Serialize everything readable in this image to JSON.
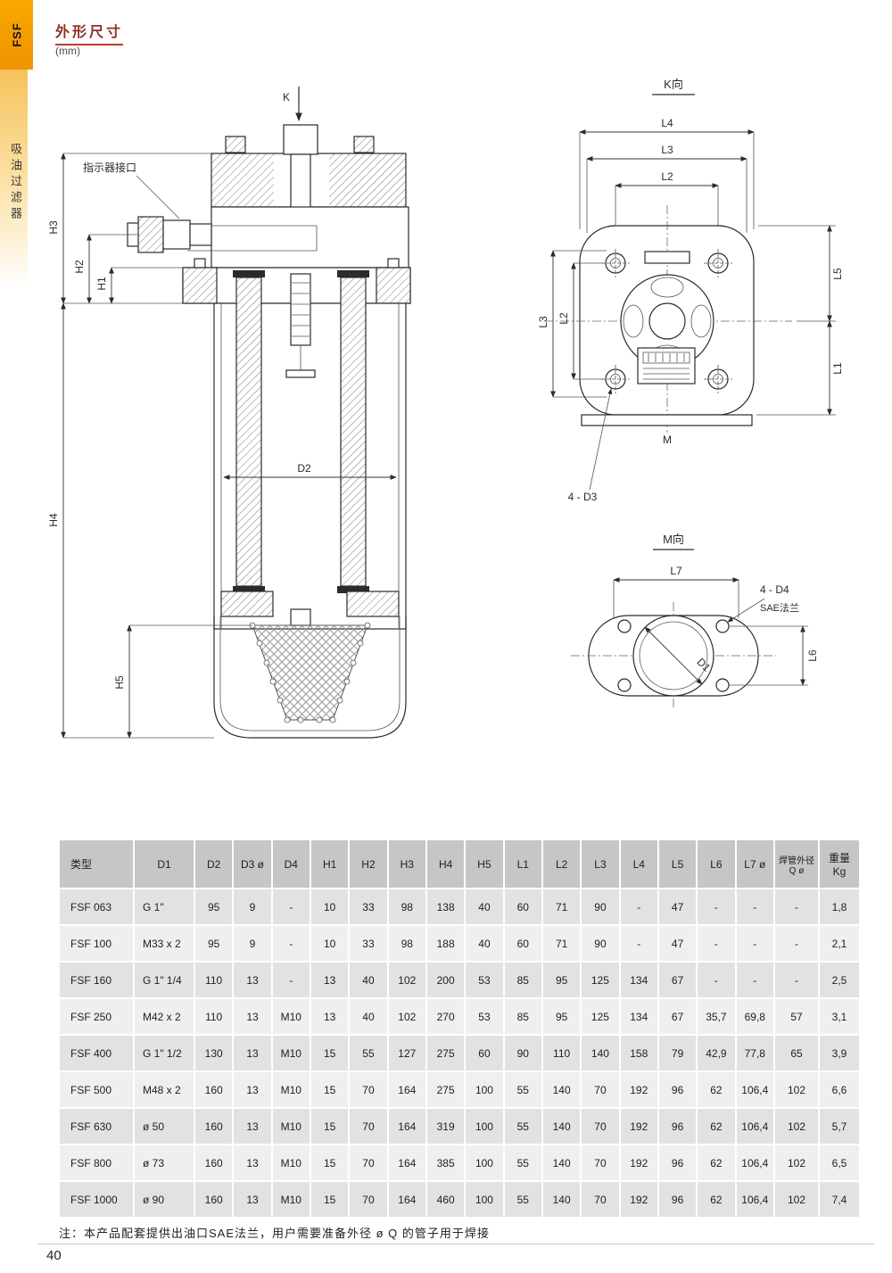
{
  "sidebar": {
    "tab_label": "FSF",
    "category_label": "吸油过滤器"
  },
  "header": {
    "title": "外形尺寸",
    "unit": "(mm)"
  },
  "drawings": {
    "main": {
      "k_label": "K",
      "indicator_label": "指示器接口",
      "d2_label": "D2",
      "h1": "H1",
      "h2": "H2",
      "h3": "H3",
      "h4": "H4",
      "h5": "H5"
    },
    "k_view": {
      "title": "K向",
      "l1": "L1",
      "l2": "L2",
      "l3": "L3",
      "l4": "L4",
      "l5": "L5",
      "l2_left": "L2",
      "l3_left": "L3",
      "m_label": "M",
      "hole_label": "4 - D3"
    },
    "m_view": {
      "title": "M向",
      "l6": "L6",
      "l7": "L7",
      "d1_label": "D1",
      "hole_label": "4 - D4",
      "flange_label": "SAE法兰"
    }
  },
  "table": {
    "headers": [
      "类型",
      "D1",
      "D2",
      "D3 ø",
      "D4",
      "H1",
      "H2",
      "H3",
      "H4",
      "H5",
      "L1",
      "L2",
      "L3",
      "L4",
      "L5",
      "L6",
      "L7 ø",
      "焊管外径\nQ ø",
      "重量\nKg"
    ],
    "rows": [
      [
        "FSF 063",
        "G 1\"",
        "95",
        "9",
        "-",
        "10",
        "33",
        "98",
        "138",
        "40",
        "60",
        "71",
        "90",
        "-",
        "47",
        "-",
        "-",
        "-",
        "1,8"
      ],
      [
        "FSF 100",
        "M33 x 2",
        "95",
        "9",
        "-",
        "10",
        "33",
        "98",
        "188",
        "40",
        "60",
        "71",
        "90",
        "-",
        "47",
        "-",
        "-",
        "-",
        "2,1"
      ],
      [
        "FSF 160",
        "G 1\" 1/4",
        "110",
        "13",
        "-",
        "13",
        "40",
        "102",
        "200",
        "53",
        "85",
        "95",
        "125",
        "134",
        "67",
        "-",
        "-",
        "-",
        "2,5"
      ],
      [
        "FSF 250",
        "M42 x 2",
        "110",
        "13",
        "M10",
        "13",
        "40",
        "102",
        "270",
        "53",
        "85",
        "95",
        "125",
        "134",
        "67",
        "35,7",
        "69,8",
        "57",
        "3,1"
      ],
      [
        "FSF 400",
        "G 1\" 1/2",
        "130",
        "13",
        "M10",
        "15",
        "55",
        "127",
        "275",
        "60",
        "90",
        "110",
        "140",
        "158",
        "79",
        "42,9",
        "77,8",
        "65",
        "3,9"
      ],
      [
        "FSF 500",
        "M48 x 2",
        "160",
        "13",
        "M10",
        "15",
        "70",
        "164",
        "275",
        "100",
        "55",
        "140",
        "70",
        "192",
        "96",
        "62",
        "106,4",
        "102",
        "6,6"
      ],
      [
        "FSF 630",
        "ø 50",
        "160",
        "13",
        "M10",
        "15",
        "70",
        "164",
        "319",
        "100",
        "55",
        "140",
        "70",
        "192",
        "96",
        "62",
        "106,4",
        "102",
        "5,7"
      ],
      [
        "FSF 800",
        "ø 73",
        "160",
        "13",
        "M10",
        "15",
        "70",
        "164",
        "385",
        "100",
        "55",
        "140",
        "70",
        "192",
        "96",
        "62",
        "106,4",
        "102",
        "6,5"
      ],
      [
        "FSF 1000",
        "ø 90",
        "160",
        "13",
        "M10",
        "15",
        "70",
        "164",
        "460",
        "100",
        "55",
        "140",
        "70",
        "192",
        "96",
        "62",
        "106,4",
        "102",
        "7,4"
      ]
    ]
  },
  "footer": {
    "note": "注：本产品配套提供出油口SAE法兰，用户需要准备外径 ø Q 的管子用于焊接",
    "page_number": "40"
  }
}
